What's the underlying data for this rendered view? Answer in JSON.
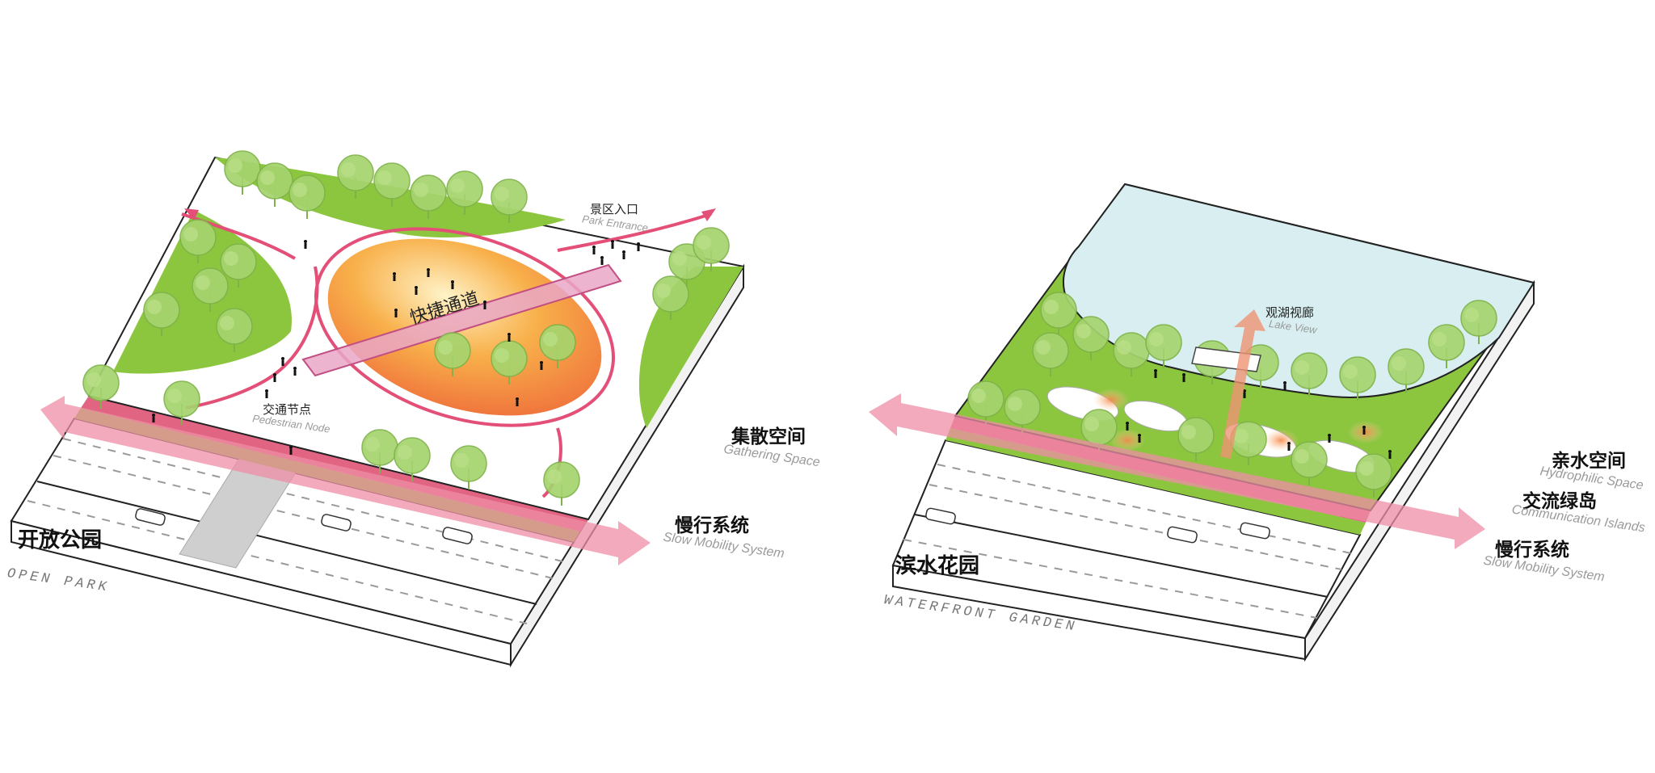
{
  "left_diagram": {
    "title_cn": "开放公园",
    "title_en": "OPEN PARK",
    "labels": {
      "park_entrance_cn": "景区入口",
      "park_entrance_en": "Park Entrance",
      "fast_passage_cn": "快捷通道",
      "pedestrian_node_cn": "交通节点",
      "pedestrian_node_en": "Pedestrian Node",
      "gathering_cn": "集散空间",
      "gathering_en": "Gathering Space",
      "slow_mobility_cn": "慢行系统",
      "slow_mobility_en": "Slow Mobility System"
    }
  },
  "right_diagram": {
    "title_cn": "滨水花园",
    "title_en": "WATERFRONT GARDEN",
    "labels": {
      "lake_view_cn": "观湖视廊",
      "lake_view_en": "Lake View",
      "hydrophilic_cn": "亲水空间",
      "hydrophilic_en": "Hydrophilic Space",
      "islands_cn": "交流绿岛",
      "islands_en": "Communication Islands",
      "slow_mobility_cn": "慢行系统",
      "slow_mobility_en": "Slow Mobility System"
    }
  },
  "colors": {
    "grass": "#8cc63f",
    "tree": "#9fd06a",
    "orange": "#f39a3a",
    "pink": "#e34f77",
    "arrow_pink": "#ef9bb0",
    "lake": "#d8eef0"
  }
}
